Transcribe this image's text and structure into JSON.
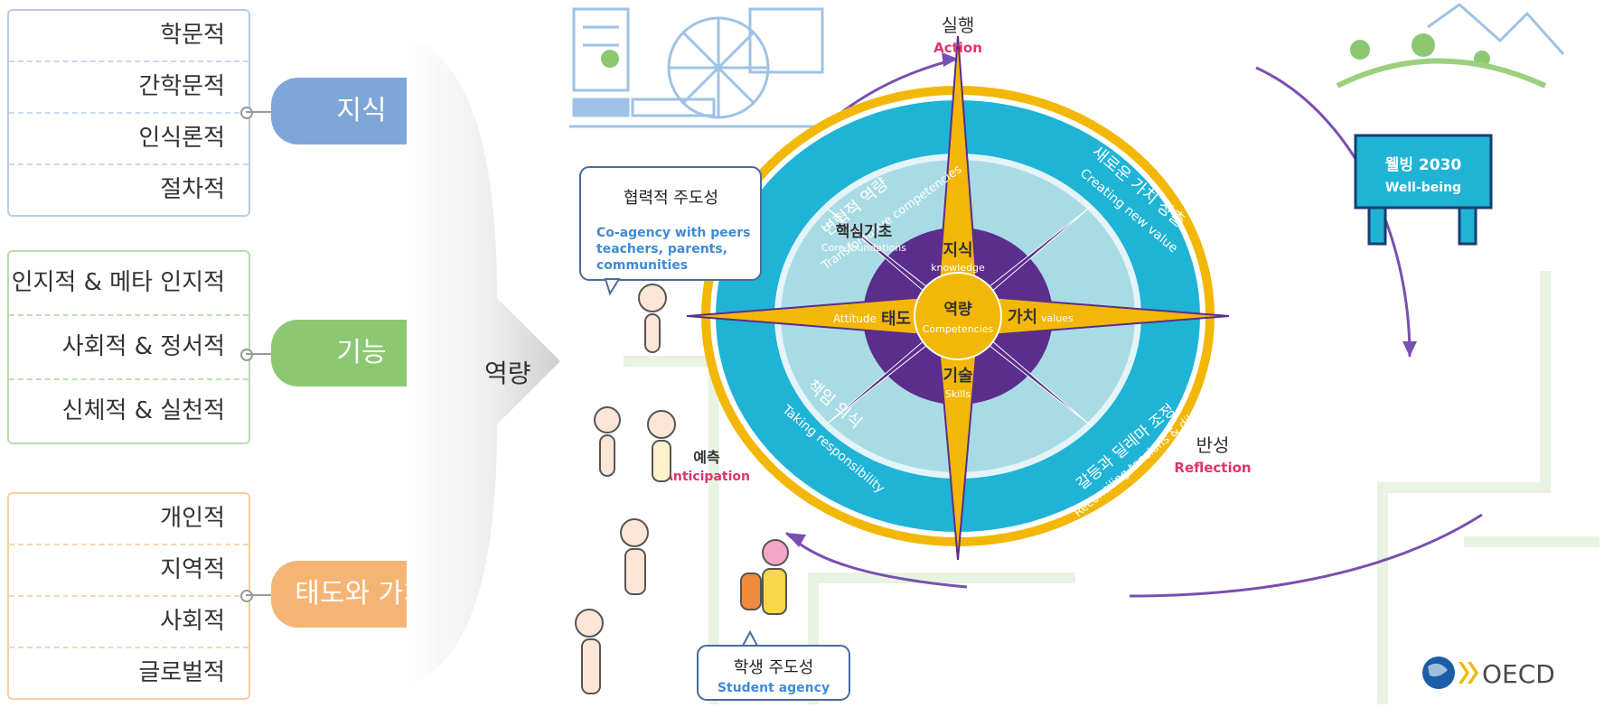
{
  "left": {
    "knowledge": {
      "items": [
        "학문적",
        "간학문적",
        "인식론적",
        "절차적"
      ],
      "tag": "지식"
    },
    "skills": {
      "items": [
        "인지적 & 메타 인지적",
        "사회적 & 정서적",
        "신체적 & 실천적"
      ],
      "tag": "기능"
    },
    "attitudes": {
      "items": [
        "개인적",
        "지역적",
        "사회적",
        "글로벌적"
      ],
      "tag": "태도와 가치"
    },
    "competency_label": "역량"
  },
  "compass": {
    "action": {
      "ko": "실행",
      "en": "Action"
    },
    "reflection": {
      "ko": "반성",
      "en": "Reflection"
    },
    "anticipation": {
      "ko": "예측",
      "en": "Anticipation"
    },
    "transformative": {
      "ko": "변혁적 역량",
      "en": "Transfomative competencies"
    },
    "creating": {
      "ko": "새로운 가치 창출",
      "en": "Creating new value"
    },
    "responsibility": {
      "ko": "책임 의식",
      "en": "Taking responsibility"
    },
    "reconciling": {
      "ko": "갈등과 딜레마 조정",
      "en": "Reconciling tensions & dilemmas"
    },
    "core": {
      "ko": "핵심기초",
      "en": "Core foundations"
    },
    "knowledge": {
      "ko": "지식",
      "en": "knowledge"
    },
    "skills": {
      "ko": "기술",
      "en": "Skills"
    },
    "attitude": {
      "ko": "태도",
      "en": "Attitude"
    },
    "values": {
      "ko": "가치",
      "en": "values"
    },
    "center": {
      "ko": "역량",
      "en": "Competencies"
    }
  },
  "coagency": {
    "title": "협력적 주도성",
    "lines": [
      "Co-agency with peers",
      "teachers, parents,",
      "communities"
    ]
  },
  "agency": {
    "ko": "학생 주도성",
    "en": "Student agency"
  },
  "wellbeing": {
    "ko": "웰빙 2030",
    "en": "Well-being"
  },
  "logo": "OECD",
  "colors": {
    "blue": "#7fa6d8",
    "green": "#8cc872",
    "orange": "#f4b574",
    "ring": "#1fb4d6",
    "gold": "#f2b707",
    "purple": "#5b2d8c",
    "pink": "#e0336e"
  }
}
